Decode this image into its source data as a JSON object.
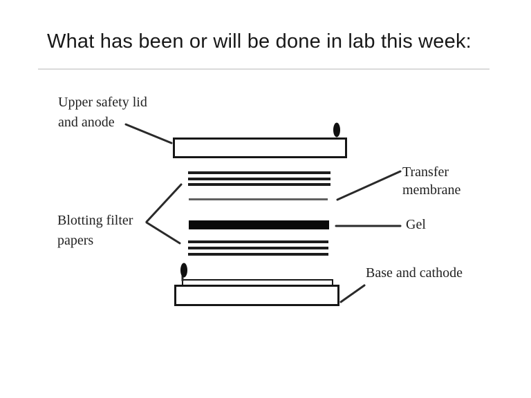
{
  "title": "What has been or will be done in lab this week:",
  "diagram": {
    "labels": {
      "upper_lid": [
        "Upper safety lid",
        "and anode"
      ],
      "blotting": [
        "Blotting filter",
        "papers"
      ],
      "transfer_membrane": [
        "Transfer",
        "membrane"
      ],
      "gel": "Gel",
      "base_cathode": "Base and cathode"
    },
    "colors": {
      "background": "#ffffff",
      "ink": "#1a1a1a",
      "gel_fill": "#0a0a0a",
      "membrane_gray": "#606060",
      "divider": "#dadada"
    }
  }
}
